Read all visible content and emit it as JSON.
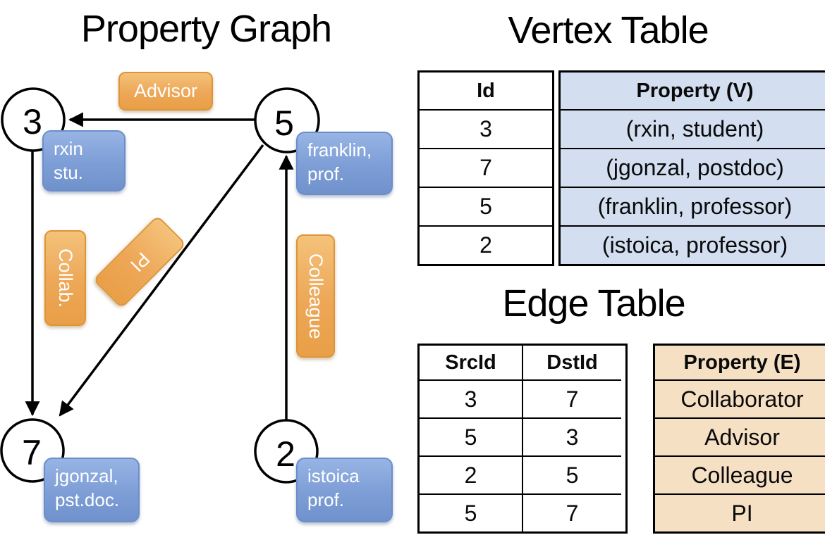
{
  "colors": {
    "edge_label_orange": "#eda757",
    "edge_label_border": "#dd9537",
    "node_property_blue": "#7d9dd6",
    "node_property_border": "#6b8ecb",
    "vertex_property_fill": "#d3def1",
    "edge_property_fill": "#f6e0c4",
    "line_and_border": "#000000",
    "label_text": "#ffffff"
  },
  "graph": {
    "title": "Property Graph",
    "nodes": [
      {
        "id": "3",
        "properties": [
          "rxin",
          "stu."
        ]
      },
      {
        "id": "5",
        "properties": [
          "franklin,",
          "prof."
        ]
      },
      {
        "id": "7",
        "properties": [
          "jgonzal,",
          "pst.doc."
        ]
      },
      {
        "id": "2",
        "properties": [
          "istoica",
          "prof."
        ]
      }
    ],
    "edge_labels": [
      "Advisor",
      "Collab.",
      "PI",
      "Colleague"
    ]
  },
  "vertex_table": {
    "title": "Vertex Table",
    "headers": {
      "id": "Id",
      "property": "Property (V)"
    },
    "rows": [
      {
        "id": "3",
        "property": "(rxin, student)"
      },
      {
        "id": "7",
        "property": "(jgonzal, postdoc)"
      },
      {
        "id": "5",
        "property": "(franklin, professor)"
      },
      {
        "id": "2",
        "property": "(istoica, professor)"
      }
    ]
  },
  "edge_table": {
    "title": "Edge Table",
    "headers": {
      "src": "SrcId",
      "dst": "DstId",
      "property": "Property (E)"
    },
    "rows": [
      {
        "src": "3",
        "dst": "7",
        "property": "Collaborator"
      },
      {
        "src": "5",
        "dst": "3",
        "property": "Advisor"
      },
      {
        "src": "2",
        "dst": "5",
        "property": "Colleague"
      },
      {
        "src": "5",
        "dst": "7",
        "property": "PI"
      }
    ]
  }
}
